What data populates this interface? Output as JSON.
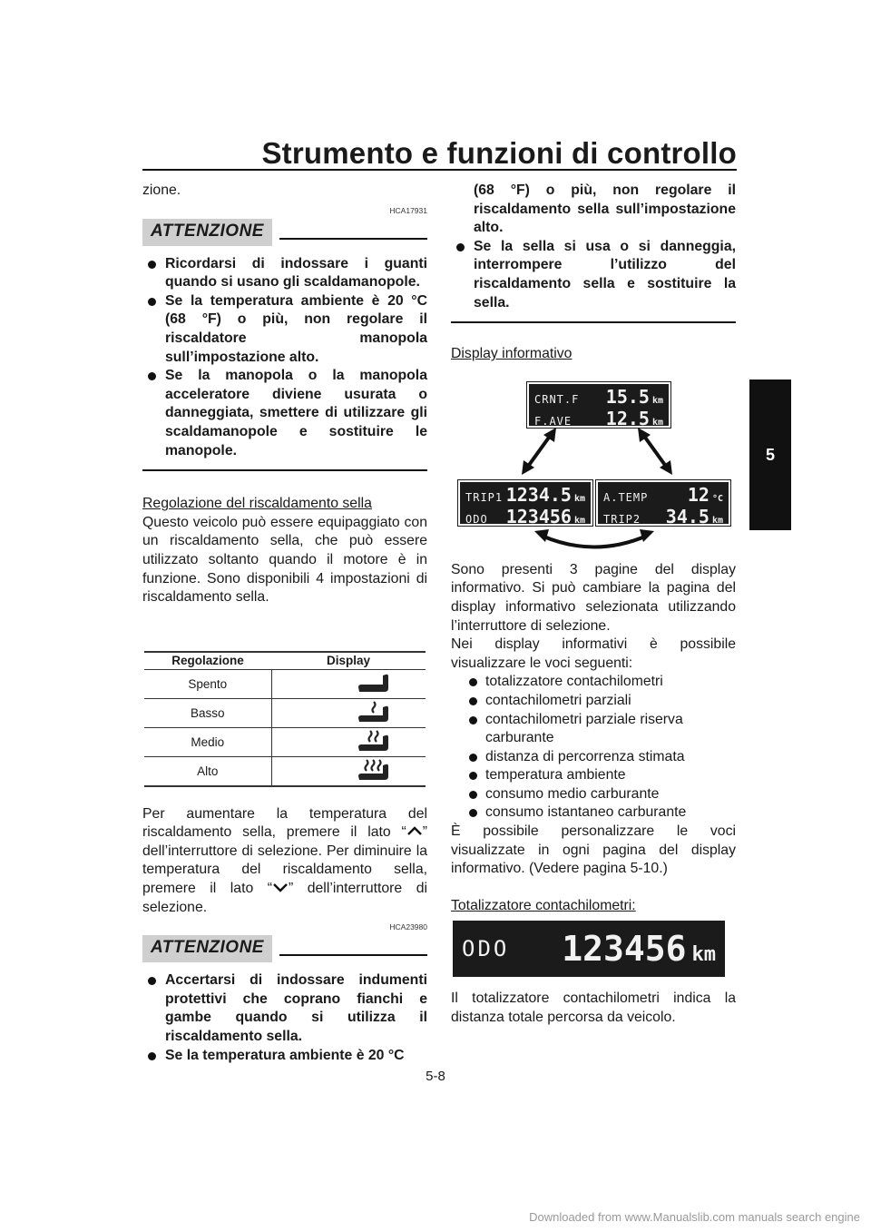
{
  "header": {
    "title": "Strumento e funzioni di controllo"
  },
  "chapter_tab": "5",
  "page_number": "5-8",
  "footer": "Downloaded from www.Manualslib.com manuals search engine",
  "left": {
    "intro": "zione.",
    "code1": "HCA17931",
    "attention_label": "ATTENZIONE",
    "warnings1": [
      "Ricordarsi di indossare i guanti quando si usano gli scaldamanopole.",
      "Se la temperatura ambiente è 20 °C (68 °F) o più, non regolare il riscaldatore manopola sull’impostazione alto.",
      "Se la manopola o la manopola acceleratore diviene usurata o danneggiata, smettere di utilizzare gli scaldamanopole e sostituire le manopole."
    ],
    "seat_heading": "Regolazione del riscaldamento sella",
    "seat_text": "Questo veicolo può essere equipaggiato con un riscaldamento sella, che può essere utilizzato soltanto quando il motore è in funzione. Sono disponibili 4 impostazioni di riscaldamento sella.",
    "table": {
      "headers": [
        "Regolazione",
        "Display"
      ],
      "rows": [
        "Spento",
        "Basso",
        "Medio",
        "Alto"
      ]
    },
    "increase_a": "Per aumentare la temperatura del riscaldamento sella, premere il lato “",
    "increase_b": "” dell’interruttore di selezione. Per diminuire la temperatura del riscaldamento sella, premere il lato “",
    "increase_c": "” dell’interruttore di selezione.",
    "code2": "HCA23980",
    "warnings2_a": "Accertarsi di indossare indumenti protettivi che coprano fianchi e gambe quando si utilizza il riscaldamento sella.",
    "warnings2_b": "Se la temperatura ambiente è 20 °C"
  },
  "right": {
    "warn_cont": "(68 °F) o più, non regolare il riscaldamento sella sull’impostazione alto.",
    "warn_last": "Se la sella si usa o si danneggia, interrompere l’utilizzo del riscaldamento sella e sostituire la sella.",
    "display_heading": "Display informativo",
    "screens": {
      "top": {
        "r1_label": "CRNT.F",
        "r1_value": "15.5",
        "r1_unit": "km",
        "r2_label": "F.AVE",
        "r2_value": "12.5",
        "r2_unit": "km"
      },
      "left": {
        "r1_label": "TRIP1",
        "r1_value": "1234.5",
        "r1_unit": "km",
        "r2_label": "ODO",
        "r2_value": "123456",
        "r2_unit": "km"
      },
      "right": {
        "r1_label": "A.TEMP",
        "r1_value": "12",
        "r1_unit": "°C",
        "r2_label": "TRIP2",
        "r2_value": "34.5",
        "r2_unit": "km"
      }
    },
    "display_text1": "Sono presenti 3 pagine del display informativo. Si può cambiare la pagina del display informativo selezionata utilizzando l’interruttore di selezione.",
    "display_text2": "Nei display informativi è possibile visualizzare le voci seguenti:",
    "items": [
      "totalizzatore contachilometri",
      "contachilometri parziali",
      "contachilometri parziale riserva carburante",
      "distanza di percorrenza stimata",
      "temperatura ambiente",
      "consumo medio carburante",
      "consumo istantaneo carburante"
    ],
    "custom_text": "È possibile personalizzare le voci visualizzate in ogni pagina del display informativo. (Vedere pagina 5-10.)",
    "odo_heading": "Totalizzatore contachilometri:",
    "odo_screen": {
      "label": "ODO",
      "value": "123456",
      "unit": "km"
    },
    "odo_text": "Il totalizzatore contachilometri indica la distanza totale percorsa da veicolo."
  }
}
